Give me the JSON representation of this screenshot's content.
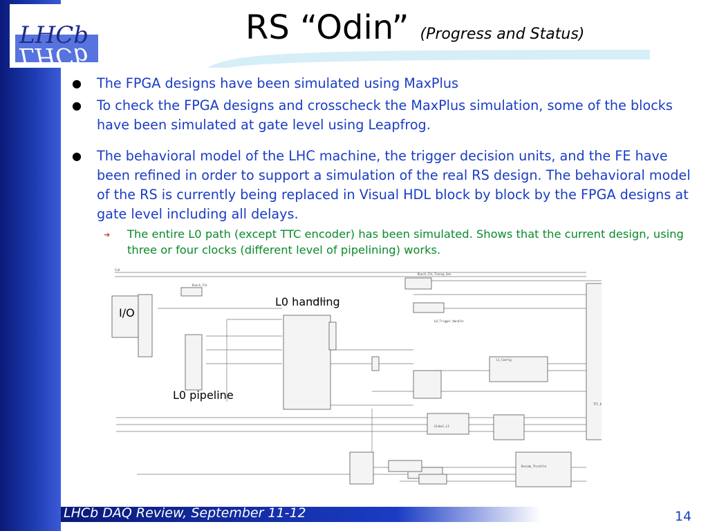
{
  "slide": {
    "title_main": "RS “Odin”",
    "title_sub": "(Progress and Status)",
    "logo_text": "LHCb",
    "bullets": [
      "The FPGA designs have been simulated using MaxPlus",
      "To check the FPGA designs and crosscheck the MaxPlus simulation, some of the blocks have been simulated at gate level using Leapfrog.",
      "The behavioral model of the LHC machine, the trigger decision units, and the FE have been refined in order to support a simulation of the real RS design. The behavioral model of the RS is currently being replaced in Visual HDL block by block by the FPGA designs at gate level including all delays."
    ],
    "sub_bullet": "The entire L0 path (except TTC encoder) has been simulated. Shows that the current design, using three or four clocks (different level of pipelining) works.",
    "footer": "LHCb DAQ Review, September 11-12",
    "page_number": "14"
  },
  "diagram": {
    "label_io": "I/O",
    "label_l0_handling": "L0 handling",
    "label_l0_pipeline": "L0 pipeline"
  },
  "colors": {
    "bullet_text": "#1a3cc4",
    "sub_bullet_text": "#0a8a2a",
    "sidebar": "#1d3bb0",
    "swoosh": "#d6eef8"
  }
}
